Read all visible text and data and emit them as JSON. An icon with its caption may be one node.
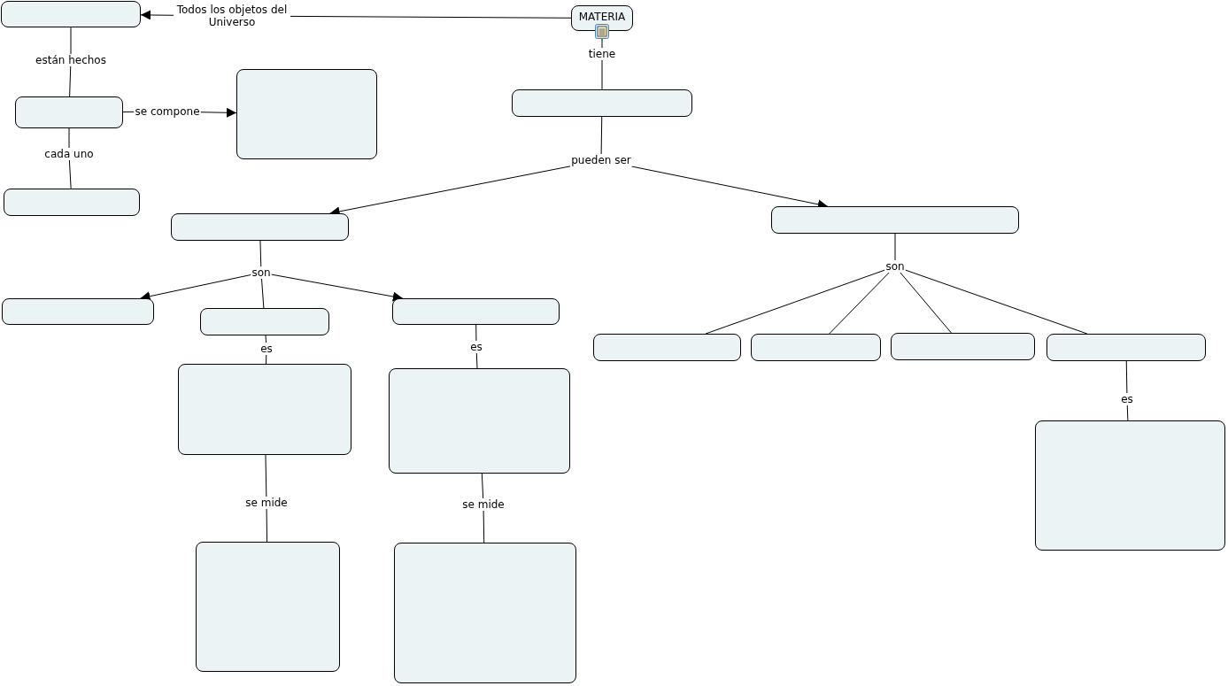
{
  "diagram": {
    "nodes": [
      {
        "text": [
          "MATERIA"
        ]
      },
      {
        "text": [],
        "shape": "box"
      },
      {
        "text": [],
        "shape": "box"
      },
      {
        "text": [],
        "shape": "box"
      },
      {
        "text": [],
        "shape": "box"
      },
      {
        "text": [],
        "shape": "box"
      },
      {
        "text": [],
        "shape": "box"
      },
      {
        "text": [],
        "shape": "box"
      },
      {
        "text": [],
        "shape": "box"
      },
      {
        "text": [],
        "shape": "box"
      },
      {
        "text": [],
        "shape": "box"
      },
      {
        "text": [],
        "shape": "box"
      },
      {
        "text": [],
        "shape": "box"
      },
      {
        "text": [],
        "shape": "box"
      },
      {
        "text": [],
        "shape": "box"
      },
      {
        "text": [],
        "shape": "box"
      },
      {
        "text": [],
        "shape": "box"
      },
      {
        "text": [],
        "shape": "box"
      },
      {
        "text": [],
        "shape": "box"
      },
      {
        "text": [],
        "shape": "box"
      },
      {
        "text": [
          "Todos los objetos del Universo"
        ]
      },
      {
        "text": [
          "están hechos"
        ]
      },
      {
        "text": [
          "se compone"
        ]
      },
      {
        "text": [
          "cada uno"
        ]
      },
      {
        "text": [
          "tiene"
        ]
      },
      {
        "text": [
          "pueden ser"
        ]
      },
      {
        "text": [
          "son"
        ]
      },
      {
        "text": [
          "son"
        ]
      },
      {
        "text": [
          "es"
        ]
      },
      {
        "text": [
          "es"
        ]
      },
      {
        "text": [
          "se mide"
        ]
      },
      {
        "text": [
          "se mide"
        ]
      },
      {
        "text": [
          "es"
        ]
      }
    ],
    "edges": [
      {
        "from": 0,
        "to": 20,
        "arrow": "none"
      },
      {
        "from": 20,
        "to": 1,
        "arrow": "to"
      },
      {
        "from": 1,
        "to": 21,
        "arrow": "none"
      },
      {
        "from": 21,
        "to": 2,
        "arrow": "none"
      },
      {
        "from": 2,
        "to": 22,
        "arrow": "none"
      },
      {
        "from": 22,
        "to": 3,
        "arrow": "to"
      },
      {
        "from": 2,
        "to": 23,
        "arrow": "none"
      },
      {
        "from": 23,
        "to": 4,
        "arrow": "none"
      },
      {
        "from": 0,
        "to": 24,
        "arrow": "none"
      },
      {
        "from": 24,
        "to": 5,
        "arrow": "none"
      },
      {
        "from": 5,
        "to": 25,
        "arrow": "none"
      },
      {
        "from": 25,
        "to": 6,
        "arrow": "to"
      },
      {
        "from": 25,
        "to": 7,
        "arrow": "to"
      },
      {
        "from": 6,
        "to": 26,
        "arrow": "none"
      },
      {
        "from": 26,
        "to": 8,
        "arrow": "to"
      },
      {
        "from": 26,
        "to": 9,
        "arrow": "none"
      },
      {
        "from": 26,
        "to": 10,
        "arrow": "to"
      },
      {
        "from": 7,
        "to": 27,
        "arrow": "none"
      },
      {
        "from": 27,
        "to": 15,
        "arrow": "none"
      },
      {
        "from": 27,
        "to": 16,
        "arrow": "none"
      },
      {
        "from": 27,
        "to": 17,
        "arrow": "none"
      },
      {
        "from": 27,
        "to": 18,
        "arrow": "none"
      },
      {
        "from": 9,
        "to": 28,
        "arrow": "none"
      },
      {
        "from": 28,
        "to": 11,
        "arrow": "none"
      },
      {
        "from": 10,
        "to": 29,
        "arrow": "none"
      },
      {
        "from": 29,
        "to": 12,
        "arrow": "none"
      },
      {
        "from": 11,
        "to": 30,
        "arrow": "none"
      },
      {
        "from": 30,
        "to": 13,
        "arrow": "none"
      },
      {
        "from": 12,
        "to": 31,
        "arrow": "none"
      },
      {
        "from": 31,
        "to": 14,
        "arrow": "none"
      },
      {
        "from": 18,
        "to": 32,
        "arrow": "none"
      },
      {
        "from": 32,
        "to": 19,
        "arrow": "none"
      }
    ]
  }
}
